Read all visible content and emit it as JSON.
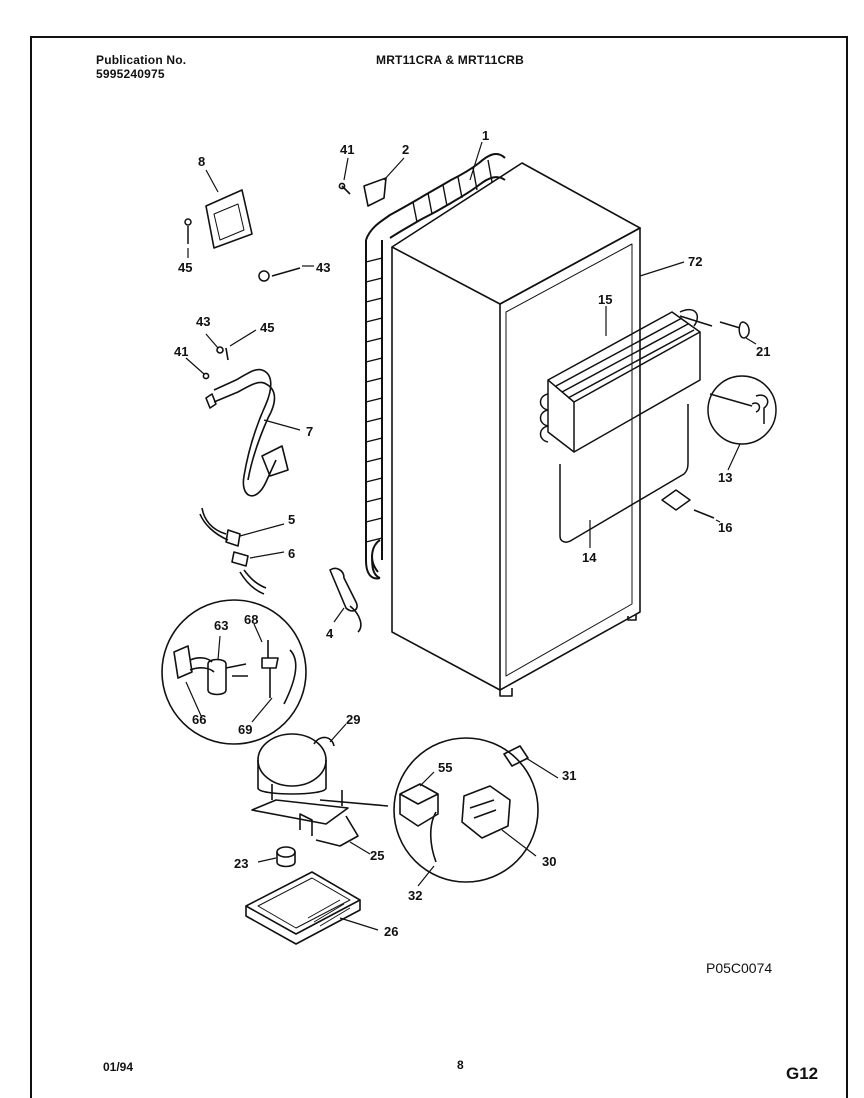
{
  "header": {
    "publication_label": "Publication No.",
    "publication_number": "5995240975",
    "models": "MRT11CRA & MRT11CRB"
  },
  "figure_code": "P05C0074",
  "footer": {
    "date": "01/94",
    "page_number": "8",
    "page_id": "G12"
  },
  "callouts": {
    "c1": "1",
    "c2": "2",
    "c41a": "41",
    "c8": "8",
    "c45a": "45",
    "c43a": "43",
    "c72": "72",
    "c15": "15",
    "c21": "21",
    "c43b": "43",
    "c45b": "45",
    "c41b": "41",
    "c7": "7",
    "c13": "13",
    "c16": "16",
    "c14": "14",
    "c5": "5",
    "c6": "6",
    "c4": "4",
    "c63": "63",
    "c68": "68",
    "c66": "66",
    "c69": "69",
    "c29": "29",
    "c55": "55",
    "c31": "31",
    "c25": "25",
    "c23": "23",
    "c30": "30",
    "c32": "32",
    "c26": "26"
  }
}
